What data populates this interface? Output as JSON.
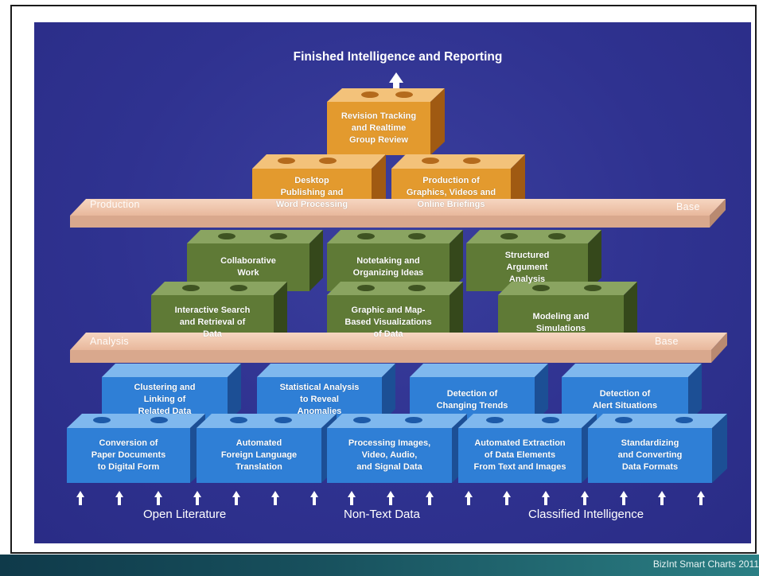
{
  "title": "Finished Intelligence and Reporting",
  "shelves": {
    "production": {
      "left": "Production",
      "right": "Base"
    },
    "analysis": {
      "left": "Analysis",
      "right": "Base"
    }
  },
  "production_blocks": [
    "Revision Tracking\nand Realtime\nGroup Review",
    "Desktop\nPublishing and\nWord Processing",
    "Production of\nGraphics, Videos and\nOnline Briefings"
  ],
  "analysis_blocks": [
    "Collaborative\nWork",
    "Notetaking and\nOrganizing Ideas",
    "Structured\nArgument\nAnalysis",
    "Interactive Search\nand Retrieval of\nData",
    "Graphic and Map-\nBased Visualizations\nof Data",
    "Modeling and\nSimulations"
  ],
  "processing_upper": [
    "Clustering and\nLinking of\nRelated Data",
    "Statistical Analysis\nto Reveal\nAnomalies",
    "Detection of\nChanging Trends",
    "Detection of\nAlert Situations"
  ],
  "processing_lower": [
    "Conversion of\nPaper Documents\nto Digital Form",
    "Automated\nForeign Language\nTranslation",
    "Processing Images,\nVideo, Audio,\nand Signal Data",
    "Automated Extraction\nof Data Elements\nFrom Text and Images",
    "Standardizing\nand Converting\nData Formats"
  ],
  "sources": [
    "Open Literature",
    "Non-Text Data",
    "Classified Intelligence"
  ],
  "footer": "BizInt Smart Charts 2011",
  "colors": {
    "panel": "#2f3290",
    "orange_front": "#e39a2e",
    "green_front": "#5f7a36",
    "blue_front": "#2f7fd6",
    "shelf": "#f2c9b0"
  }
}
